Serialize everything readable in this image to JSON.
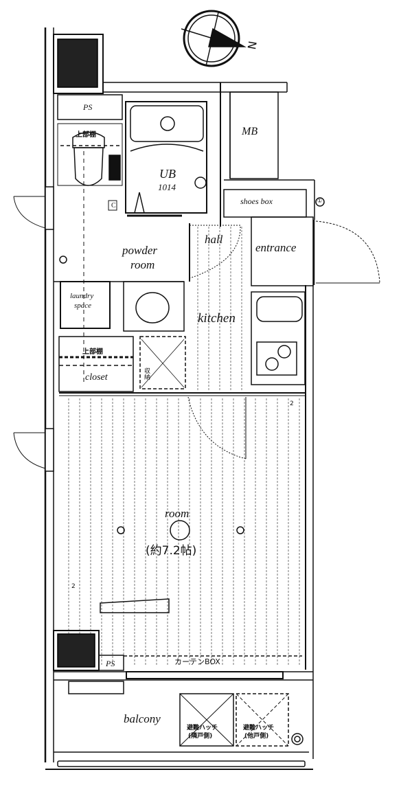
{
  "plan": {
    "compass": {
      "label": "N",
      "icon": "north-arrow-icon"
    },
    "rooms": {
      "ps_top": "PS",
      "mb": "MB",
      "ub": "UB",
      "ub_size": "1014",
      "shoes_box": "shoes box",
      "powder_room_line1": "powder",
      "powder_room_line2": "room",
      "hall": "hall",
      "entrance": "entrance",
      "laundry_line1": "laundry",
      "laundry_line2": "space",
      "kitchen": "kitchen",
      "closet": "closet",
      "closet_upper": "上部棚",
      "toilet_upper": "上部棚",
      "room": "room",
      "room_size": "(約7.2帖)",
      "ps_bottom": "PS",
      "curtain_box": "カーテンBOX",
      "balcony": "balcony",
      "hatch1_line1": "避難ハッチ",
      "hatch1_line2": "(隣戸側)",
      "hatch2_line1": "避難ハッチ",
      "hatch2_line2": "(他戸側)",
      "storage_mark": "収納",
      "meter_mark": "①",
      "num_2": "2",
      "num_2b": "2",
      "c_mark": "C"
    }
  }
}
